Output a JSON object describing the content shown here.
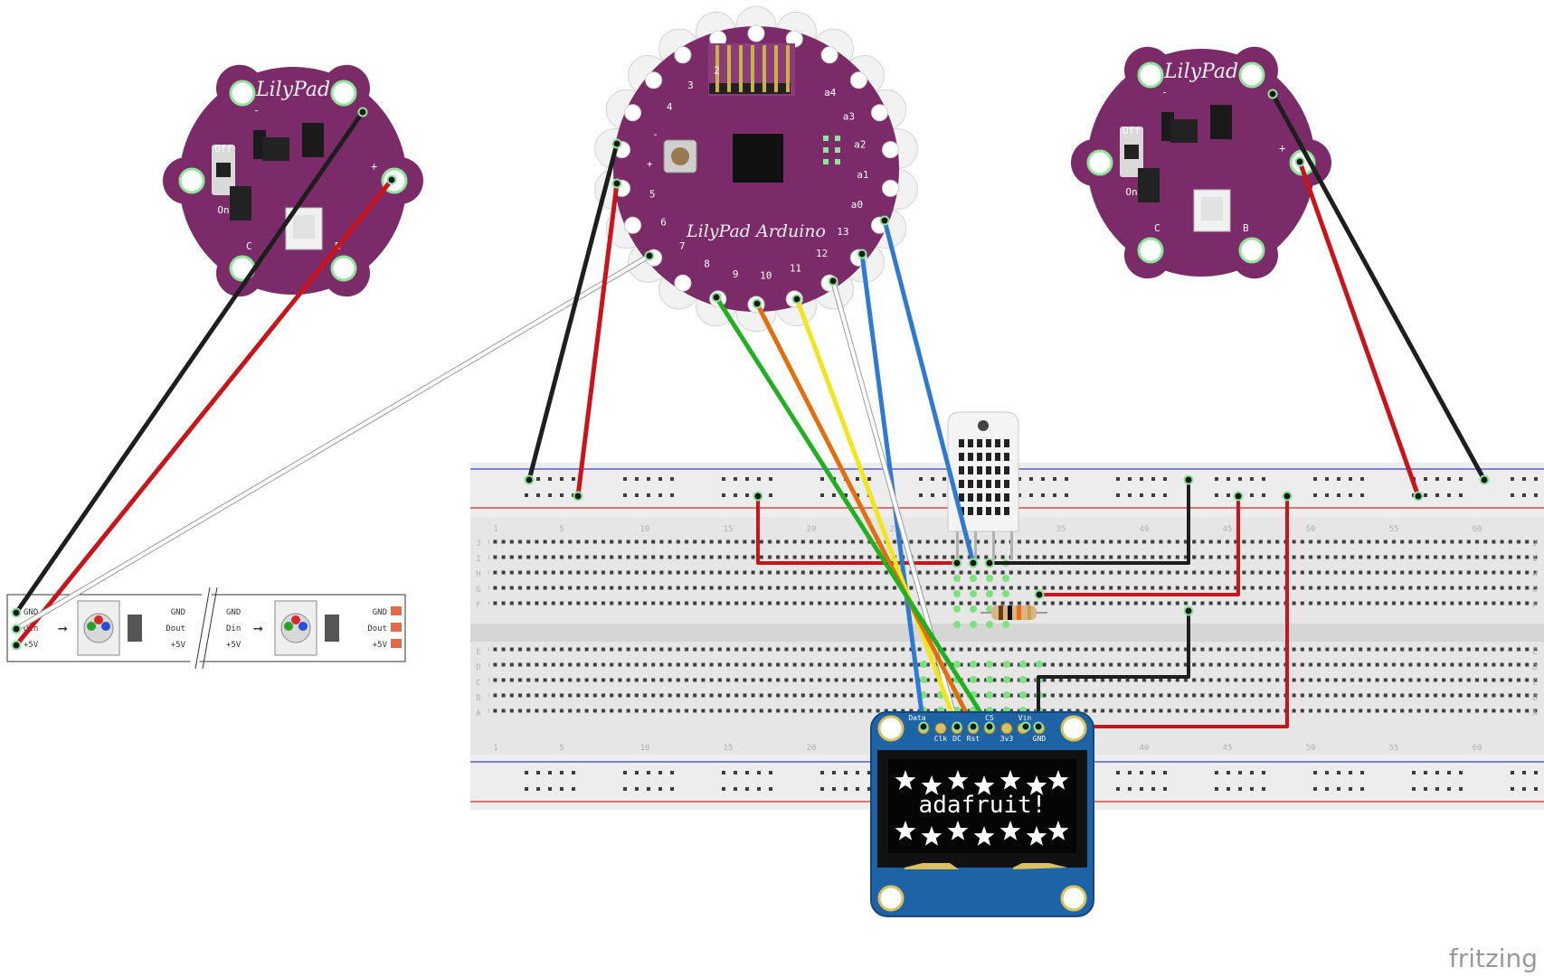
{
  "watermark": "fritzing",
  "lilypad_arduino": {
    "brand": "LilyPad Arduino",
    "pins": [
      "2",
      "3",
      "4",
      "-",
      "+",
      "5",
      "6",
      "7",
      "8",
      "9",
      "10",
      "11",
      "12",
      "13",
      "a0",
      "a1",
      "a2",
      "a3",
      "a4"
    ]
  },
  "lilypad_power_left": {
    "brand": "LilyPad",
    "switch_off": "Off",
    "switch_on": "On",
    "minus": "-",
    "plus": "+",
    "label_c": "C",
    "label_b": "B"
  },
  "lilypad_power_right": {
    "brand": "LilyPad",
    "switch_off": "Off",
    "switch_on": "On",
    "minus": "-",
    "plus": "+",
    "label_c": "C",
    "label_b": "B"
  },
  "led_strip": {
    "seg1_left": [
      "GND",
      "Din",
      "+5V"
    ],
    "seg1_right": [
      "GND",
      "Dout",
      "+5V"
    ],
    "seg2_left": [
      "GND",
      "Din",
      "+5V"
    ],
    "seg2_right": [
      "GND",
      "Dout",
      "+5V"
    ]
  },
  "breadboard": {
    "row_letters_top": [
      "J",
      "I",
      "H",
      "G",
      "F"
    ],
    "row_letters_bottom": [
      "E",
      "D",
      "C",
      "B",
      "A"
    ],
    "column_numbers": [
      "1",
      "5",
      "10",
      "15",
      "20",
      "25",
      "30",
      "35",
      "40",
      "45",
      "50",
      "55",
      "60"
    ]
  },
  "oled": {
    "screen_text": "adafruit!",
    "pin_labels_top": [
      "Data",
      "CS",
      "Vin"
    ],
    "pin_labels_bottom": [
      "Clk",
      "DC",
      "Rst",
      "3v3",
      "GND"
    ]
  },
  "colors": {
    "board_purple": "#7b2b68",
    "petal": "#f2f2f2",
    "breadboard": "#e6e6e6",
    "wire_black": "#1e1e1e",
    "wire_red": "#c8141a",
    "wire_white": "#ffffff",
    "wire_green": "#22b022",
    "wire_orange": "#e36e0d",
    "wire_yellow": "#f2e51c",
    "wire_blue": "#2d7ad0",
    "oled_blue": "#1f63a7"
  }
}
